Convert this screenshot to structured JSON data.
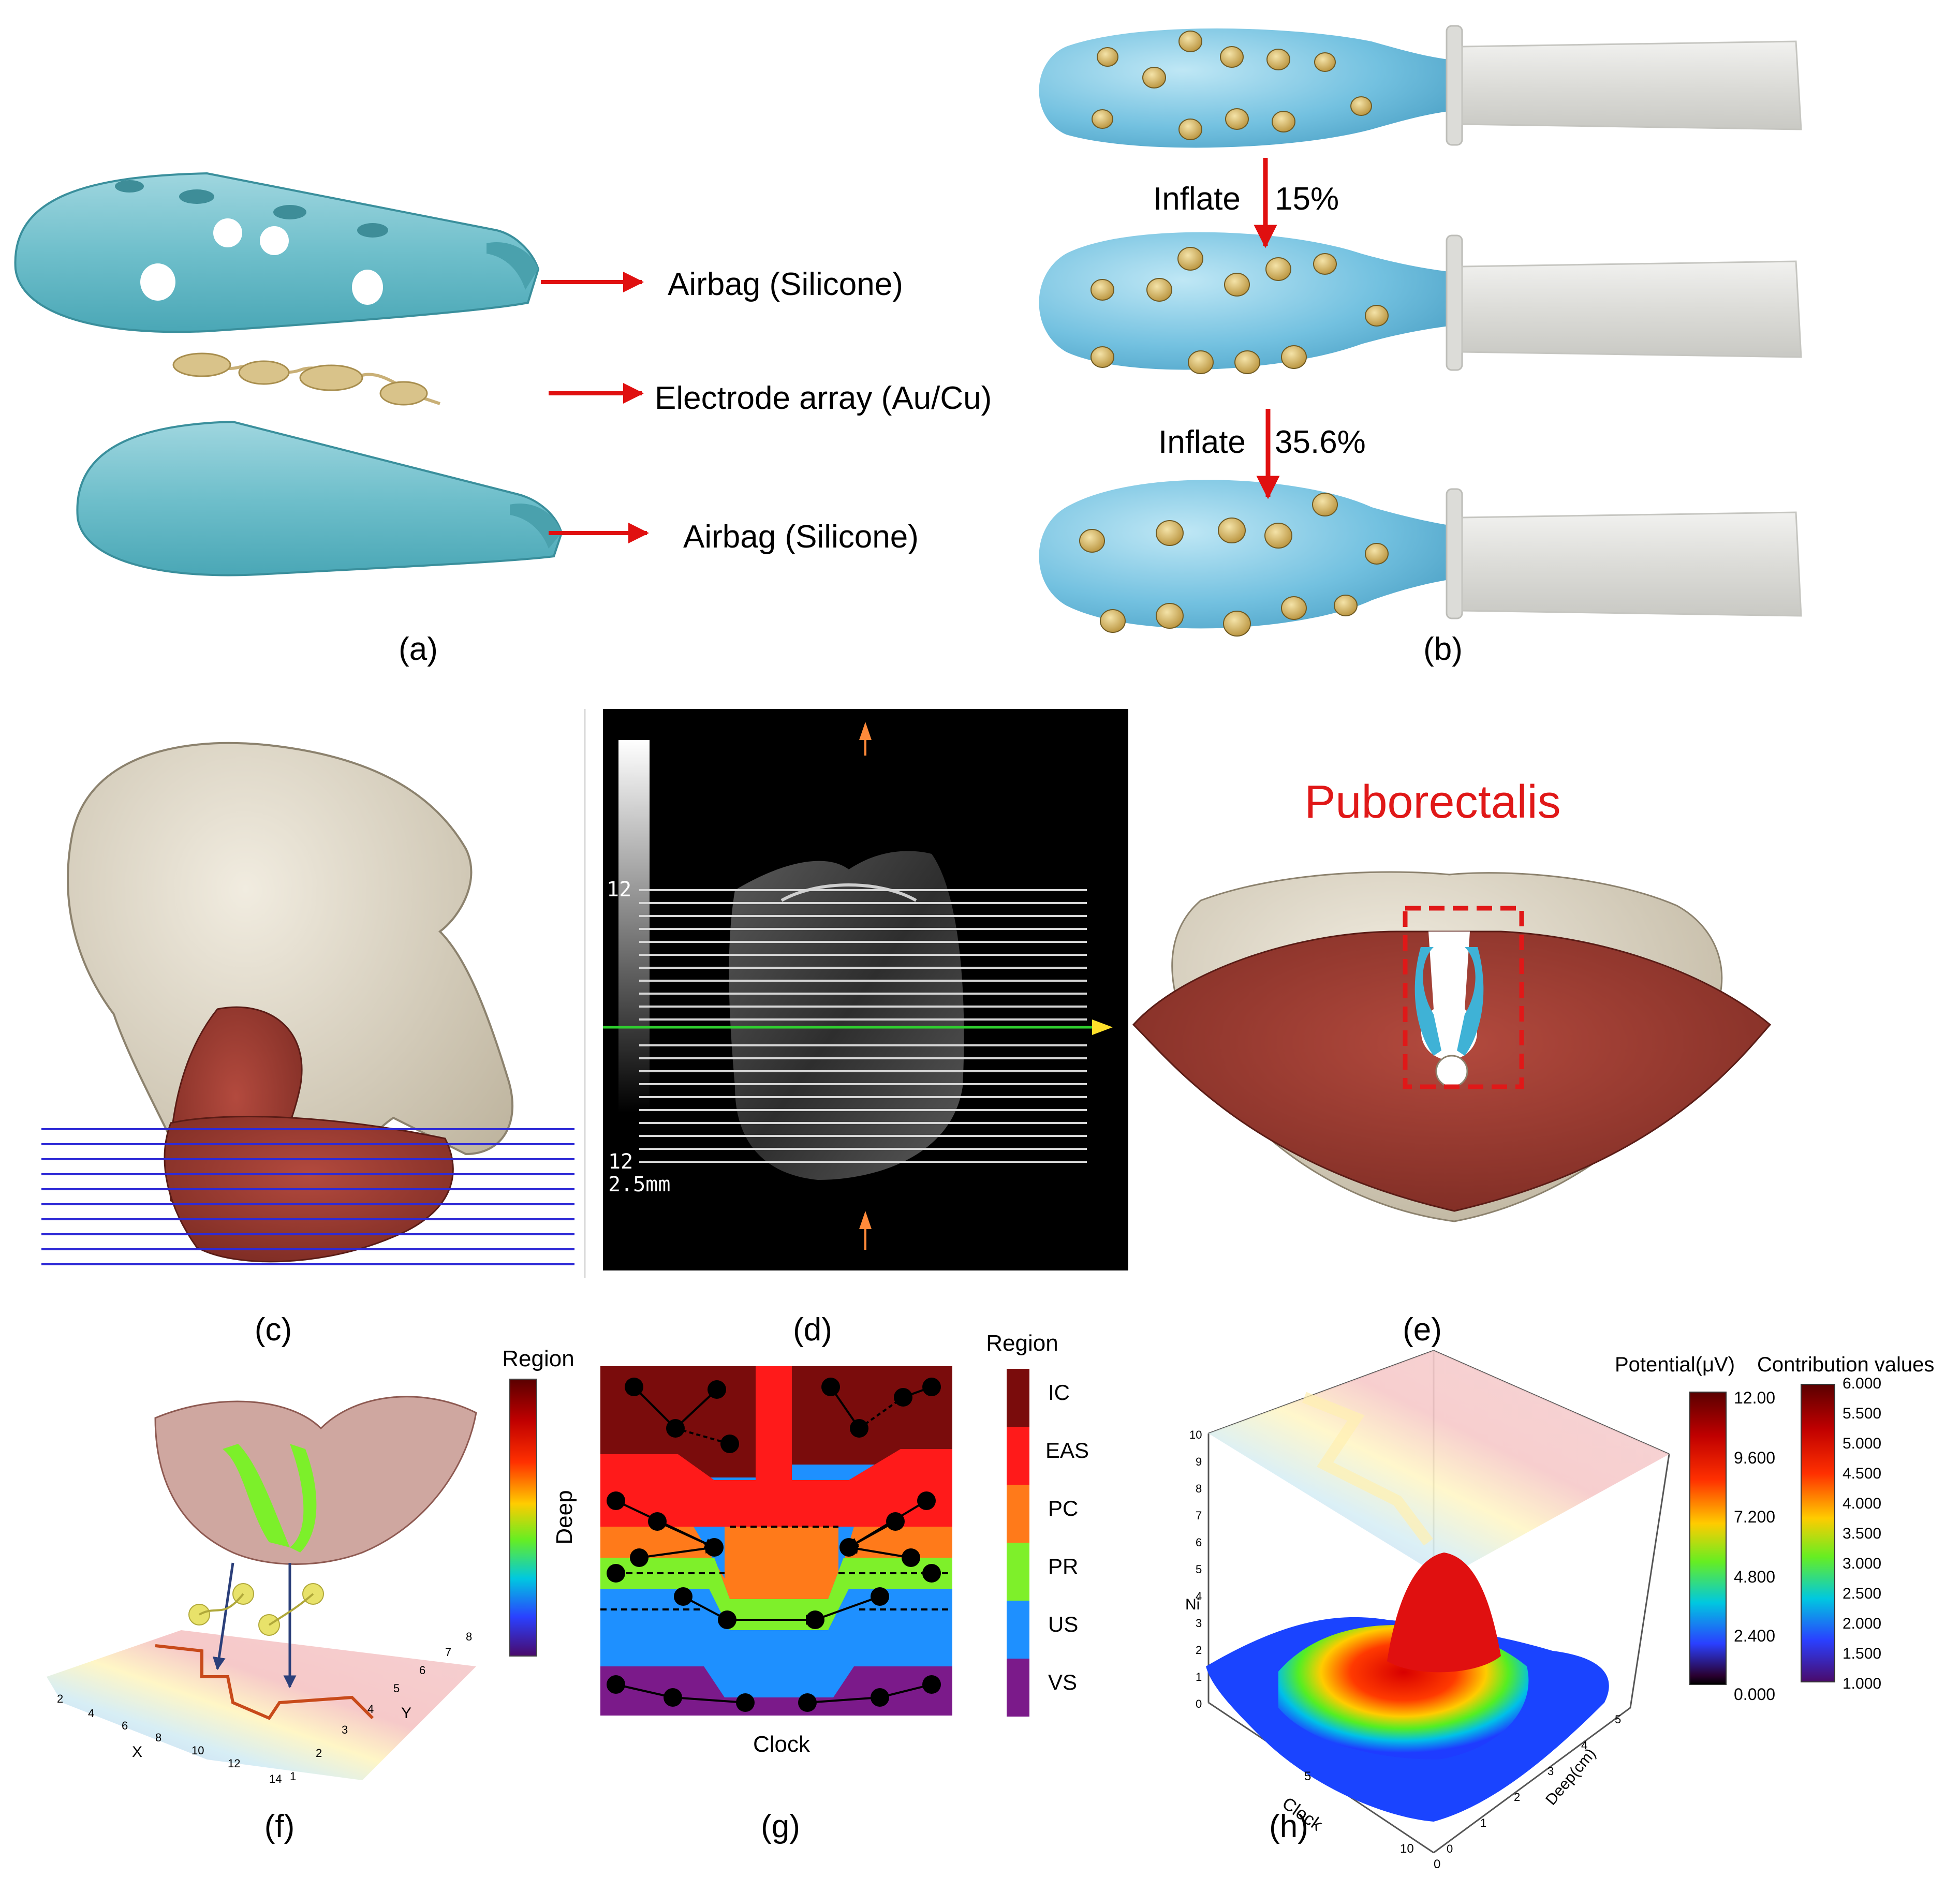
{
  "panel_a": {
    "label": "(a)",
    "callouts": [
      "Airbag (Silicone)",
      "Electrode array (Au/Cu)",
      "Airbag (Silicone)"
    ]
  },
  "panel_b": {
    "label": "(b)",
    "steps": [
      {
        "text": "Inflate",
        "pct": "15%"
      },
      {
        "text": "Inflate",
        "pct": "35.6%"
      }
    ]
  },
  "panel_c": {
    "label": "(c)"
  },
  "panel_d": {
    "label": "(d)",
    "scale_top": "12",
    "scale_bottom": "12",
    "scale_unit": "2.5mm"
  },
  "panel_e": {
    "label": "(e)",
    "title": "Puborectalis"
  },
  "panel_f": {
    "label": "(f)",
    "colorbar_title": "Region",
    "colorbar_axis": "Deep",
    "x_axis": "X",
    "y_axis": "Y",
    "x_ticks": [
      "2",
      "4",
      "6",
      "8",
      "10",
      "12",
      "14"
    ],
    "y_ticks": [
      "1",
      "2",
      "3",
      "4",
      "5",
      "6",
      "7",
      "8"
    ]
  },
  "panel_g": {
    "label": "(g)",
    "xlabel": "Clock",
    "legend_title": "Region",
    "regions": [
      {
        "name": "IC",
        "color": "#7a0c0c"
      },
      {
        "name": "EAS",
        "color": "#ff1a1a"
      },
      {
        "name": "PC",
        "color": "#ff7a1a"
      },
      {
        "name": "PR",
        "color": "#7ef02a"
      },
      {
        "name": "US",
        "color": "#1e90ff"
      },
      {
        "name": "VS",
        "color": "#7b1a8a"
      }
    ]
  },
  "panel_h": {
    "label": "(h)",
    "z_axis": "Ni",
    "x_axis": "Clock",
    "y_axis": "Deep(cm)",
    "z_ticks": [
      "0",
      "1",
      "2",
      "3",
      "4",
      "5",
      "6",
      "7",
      "8",
      "9",
      "10"
    ],
    "x_ticks": [
      "0",
      "5",
      "10"
    ],
    "y_ticks": [
      "0",
      "1",
      "2",
      "3",
      "4",
      "5"
    ],
    "colorbar1_title": "Potential(μV)",
    "colorbar1_ticks": [
      "12.00",
      "9.600",
      "7.200",
      "4.800",
      "2.400",
      "0.000"
    ],
    "colorbar2_title": "Contribution values",
    "colorbar2_ticks": [
      "6.000",
      "5.500",
      "5.000",
      "4.500",
      "4.000",
      "3.500",
      "3.000",
      "2.500",
      "2.000",
      "1.500",
      "1.000"
    ]
  }
}
